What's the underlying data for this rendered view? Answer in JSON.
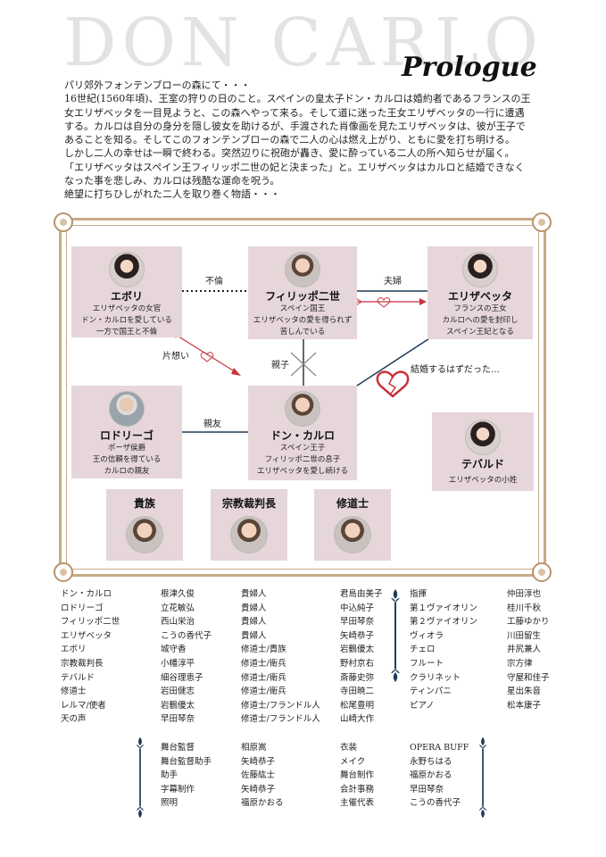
{
  "header": {
    "watermark": "DON CARLO",
    "title": "Prologue"
  },
  "intro": [
    "パリ郊外フォンテンブローの森にて・・・",
    "16世紀(1560年頃)、王室の狩りの日のこと。スペインの皇太子ドン・カルロは婚約者であるフランスの王",
    "女エリザベッタを一目見ようと、この森へやって来る。そして道に迷った王女エリザベッタの一行に遭遇",
    "する。カルロは自分の身分を隠し彼女を助けるが、手渡された肖像画を見たエリザベッタは、彼が王子で",
    "あることを知る。そしてこのフォンテンブローの森で二人の心は燃え上がり、ともに愛を打ち明ける。",
    "しかし二人の幸せは一瞬で終わる。突然辺りに祝砲が轟き、愛に酔っている二人の所へ知らせが届く。",
    "「エリザベッタはスペイン王フィリッポ二世の妃と決まった」と。エリザベッタはカルロと結婚できなく",
    "なった事を悲しみ、カルロは残酷な運命を呪う。",
    "絶望に打ちひしがれた二人を取り巻く物語・・・"
  ],
  "chart": {
    "eboli": {
      "name": "エボリ",
      "lines": [
        "エリザベッタの女官",
        "ドン・カルロを愛している",
        "一方で国王と不倫"
      ]
    },
    "filippo": {
      "name": "フィリッポ二世",
      "lines": [
        "スペイン国王",
        "エリザベッタの愛を得られず",
        "苦しんでいる"
      ]
    },
    "elisabetta": {
      "name": "エリザベッタ",
      "lines": [
        "フランスの王女",
        "カルロへの愛を封印し",
        "スペイン王妃となる"
      ]
    },
    "rodrigo": {
      "name": "ロドリーゴ",
      "lines": [
        "ポーザ侯爵",
        "王の信頼を得ている",
        "カルロの親友"
      ]
    },
    "carlo": {
      "name": "ドン・カルロ",
      "lines": [
        "スペイン王子",
        "フィリッポ二世の息子",
        "エリザベッタを愛し続ける"
      ]
    },
    "tebaldo": {
      "name": "テバルド",
      "lines": [
        "エリザベッタの小姓"
      ]
    },
    "noble": {
      "name": "貴族"
    },
    "inquisitor": {
      "name": "宗教裁判長"
    },
    "monk": {
      "name": "修道士"
    },
    "relations": {
      "affair": "不倫",
      "married": "夫婦",
      "unrequited": "片想い",
      "parent_child": "親子",
      "best_friend": "親友",
      "supposed_to_marry": "結婚するはずだった…"
    }
  },
  "cast": {
    "roles": [
      "ドン・カルロ",
      "ロドリーゴ",
      "フィリッポ二世",
      "エリザベッタ",
      "エボリ",
      "宗教裁判長",
      "テバルド",
      "修道士",
      "レルマ/使者",
      "天の声"
    ],
    "principals": [
      "根津久俊",
      "立花敏弘",
      "西山栄治",
      "こうの香代子",
      "城守香",
      "小幡淳平",
      "細谷理恵子",
      "岩田健志",
      "岩鶴優太",
      "早田琴奈"
    ],
    "chorus_roles": [
      "貴婦人",
      "貴婦人",
      "貴婦人",
      "貴婦人",
      "修道士/貴族",
      "修道士/衛兵",
      "修道士/衛兵",
      "修道士/衛兵",
      "修道士/フランドル人",
      "修道士/フランドル人"
    ],
    "chorus_names": [
      "君島由美子",
      "中込純子",
      "早田琴奈",
      "矢崎恭子",
      "岩鶴優太",
      "野村京右",
      "斎藤史弥",
      "寺田暁二",
      "松尾豊明",
      "山崎大作"
    ],
    "orchestra_roles": [
      "指揮",
      "第１ヴァイオリン",
      "第２ヴァイオリン",
      "ヴィオラ",
      "チェロ",
      "フルート",
      "クラリネット",
      "ティンパニ",
      "ピアノ"
    ],
    "orchestra_names": [
      "仲田淳也",
      "桂川千秋",
      "工藤ゆかり",
      "川田留生",
      "井尻兼人",
      "宗方律",
      "守屋和佳子",
      "星出朱音",
      "松本康子"
    ]
  },
  "staff": {
    "roles_a": [
      "舞台監督",
      "舞台監督助手",
      "助手",
      "字幕制作",
      "照明"
    ],
    "names_a": [
      "相原嵩",
      "矢崎恭子",
      "佐藤紘士",
      "矢崎恭子",
      "福原かおる"
    ],
    "roles_b": [
      "衣装",
      "メイク",
      "舞台制作",
      "会計事務",
      "主催代表"
    ],
    "names_b": [
      "OPERA BUFF",
      "永野ちはる",
      "福原かおる",
      "早田琴奈",
      "こうの香代子"
    ]
  },
  "colors": {
    "box_fill": "#e6d6d9",
    "frame_gold": "#c8aa86",
    "line_navy": "#1f3b57",
    "heart_red": "#c8323c",
    "fleur_navy": "#1f3b57"
  }
}
